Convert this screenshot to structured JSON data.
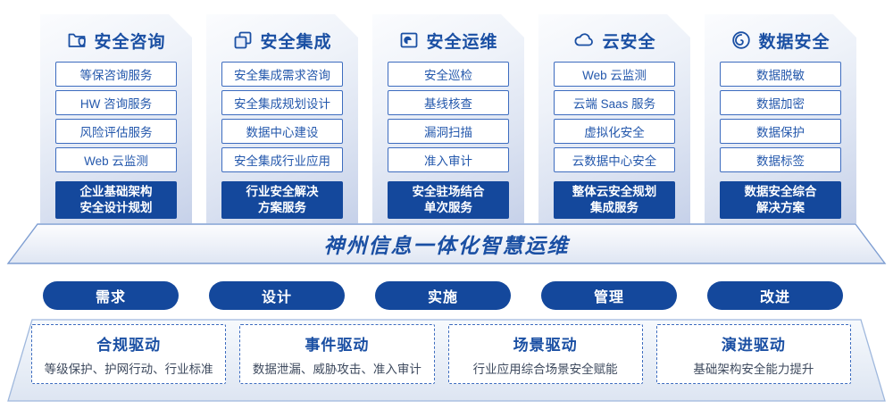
{
  "palette": {
    "primary_blue": "#14489c",
    "text_blue": "#1a4fa3",
    "box_border_blue": "#3d6cbf",
    "desc_gray": "#3e4a5e"
  },
  "columns": [
    {
      "icon": "folder-shield-icon",
      "title": "安全咨询",
      "items": [
        "等保咨询服务",
        "HW 咨询服务",
        "风险评估服务",
        "Web 云监测"
      ],
      "footer": "企业基础架构\n安全设计规划"
    },
    {
      "icon": "copy-documents-icon",
      "title": "安全集成",
      "items": [
        "安全集成需求咨询",
        "安全集成规划设计",
        "数据中心建设",
        "安全集成行业应用"
      ],
      "footer": "行业安全解决\n方案服务"
    },
    {
      "icon": "folder-pie-icon",
      "title": "安全运维",
      "items": [
        "安全巡检",
        "基线核查",
        "漏洞扫描",
        "准入审计"
      ],
      "footer": "安全驻场结合\n单次服务"
    },
    {
      "icon": "cloud-icon",
      "title": "云安全",
      "items": [
        "Web 云监测",
        "云端 Saas 服务",
        "虚拟化安全",
        "云数据中心安全"
      ],
      "footer": "整体云安全规划\n集成服务"
    },
    {
      "icon": "data-spiral-icon",
      "title": "数据安全",
      "items": [
        "数据脱敏",
        "数据加密",
        "数据保护",
        "数据标签"
      ],
      "footer": "数据安全综合\n解决方案"
    }
  ],
  "banner": {
    "title": "神州信息一体化智慧运维"
  },
  "phases": [
    {
      "label": "需求"
    },
    {
      "label": "设计"
    },
    {
      "label": "实施"
    },
    {
      "label": "管理"
    },
    {
      "label": "改进"
    }
  ],
  "drivers": [
    {
      "title": "合规驱动",
      "desc": "等级保护、护网行动、行业标准"
    },
    {
      "title": "事件驱动",
      "desc": "数据泄漏、威胁攻击、准入审计"
    },
    {
      "title": "场景驱动",
      "desc": "行业应用综合场景安全赋能"
    },
    {
      "title": "演进驱动",
      "desc": "基础架构安全能力提升"
    }
  ]
}
